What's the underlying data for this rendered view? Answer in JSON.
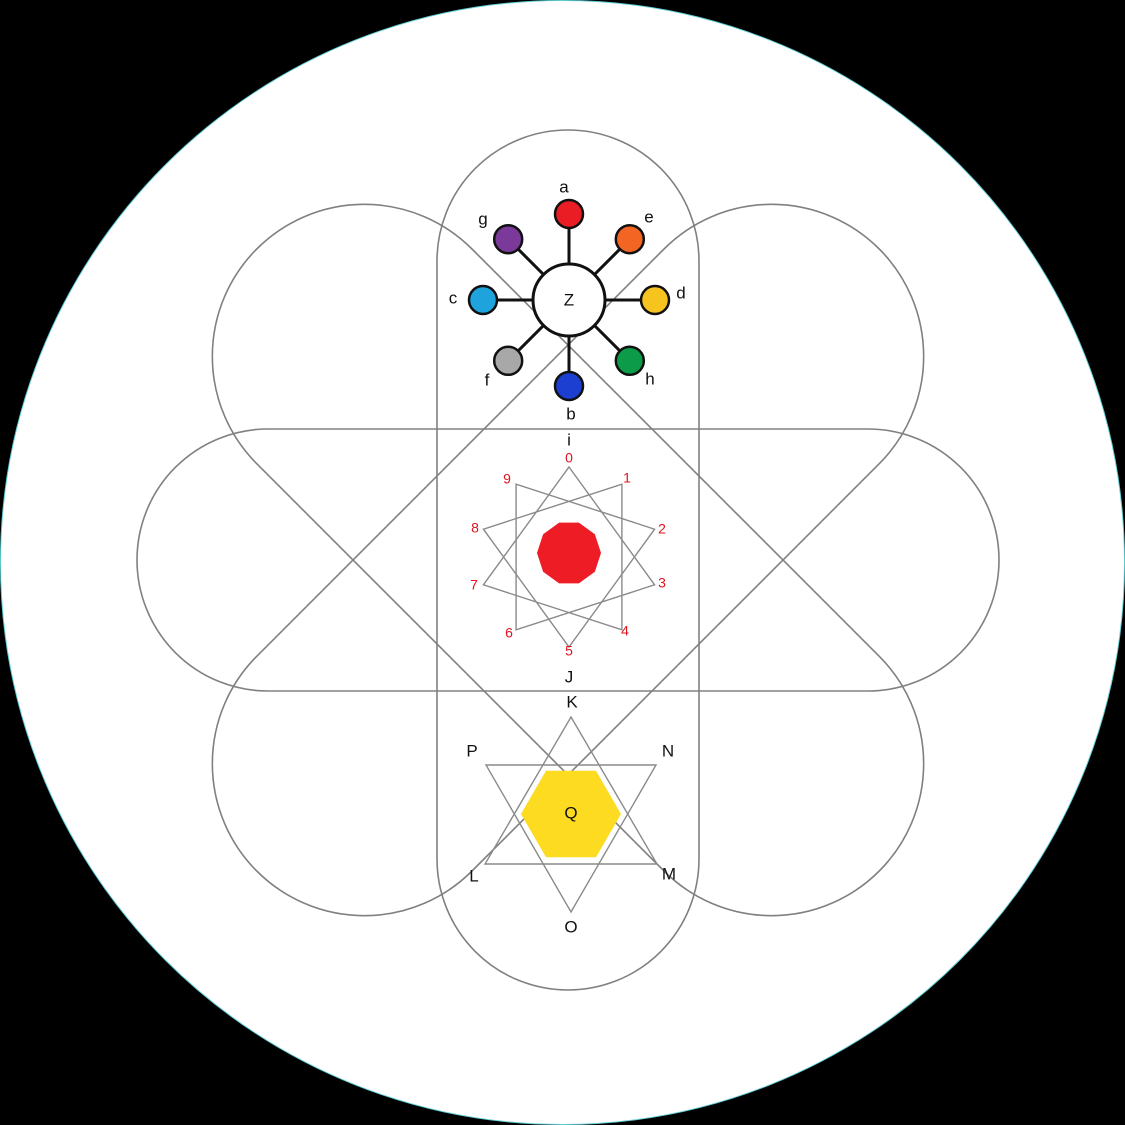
{
  "hub": {
    "label": "Z"
  },
  "satellites": [
    {
      "id": "a",
      "label": "a",
      "color": "#ea1c24"
    },
    {
      "id": "e",
      "label": "e",
      "color": "#f26522"
    },
    {
      "id": "d",
      "label": "d",
      "color": "#f7c41f"
    },
    {
      "id": "h",
      "label": "h",
      "color": "#0c9b48"
    },
    {
      "id": "b",
      "label": "b",
      "color": "#1c3fd1"
    },
    {
      "id": "f",
      "label": "f",
      "color": "#a8a8a8"
    },
    {
      "id": "c",
      "label": "c",
      "color": "#1fa3dc"
    },
    {
      "id": "g",
      "label": "g",
      "color": "#7b3a9a"
    }
  ],
  "decagram": {
    "label": "i",
    "center_color": "#ee1c24",
    "numbers": [
      "0",
      "1",
      "2",
      "3",
      "4",
      "5",
      "6",
      "7",
      "8",
      "9"
    ]
  },
  "hexagram": {
    "top_labels": [
      "J",
      "K"
    ],
    "vertices": {
      "top": "K",
      "bottom": "O",
      "upper_left": "P",
      "upper_right": "N",
      "lower_left": "L",
      "lower_right": "M"
    },
    "center_label": "Q",
    "center_color": "#fcdb21"
  }
}
